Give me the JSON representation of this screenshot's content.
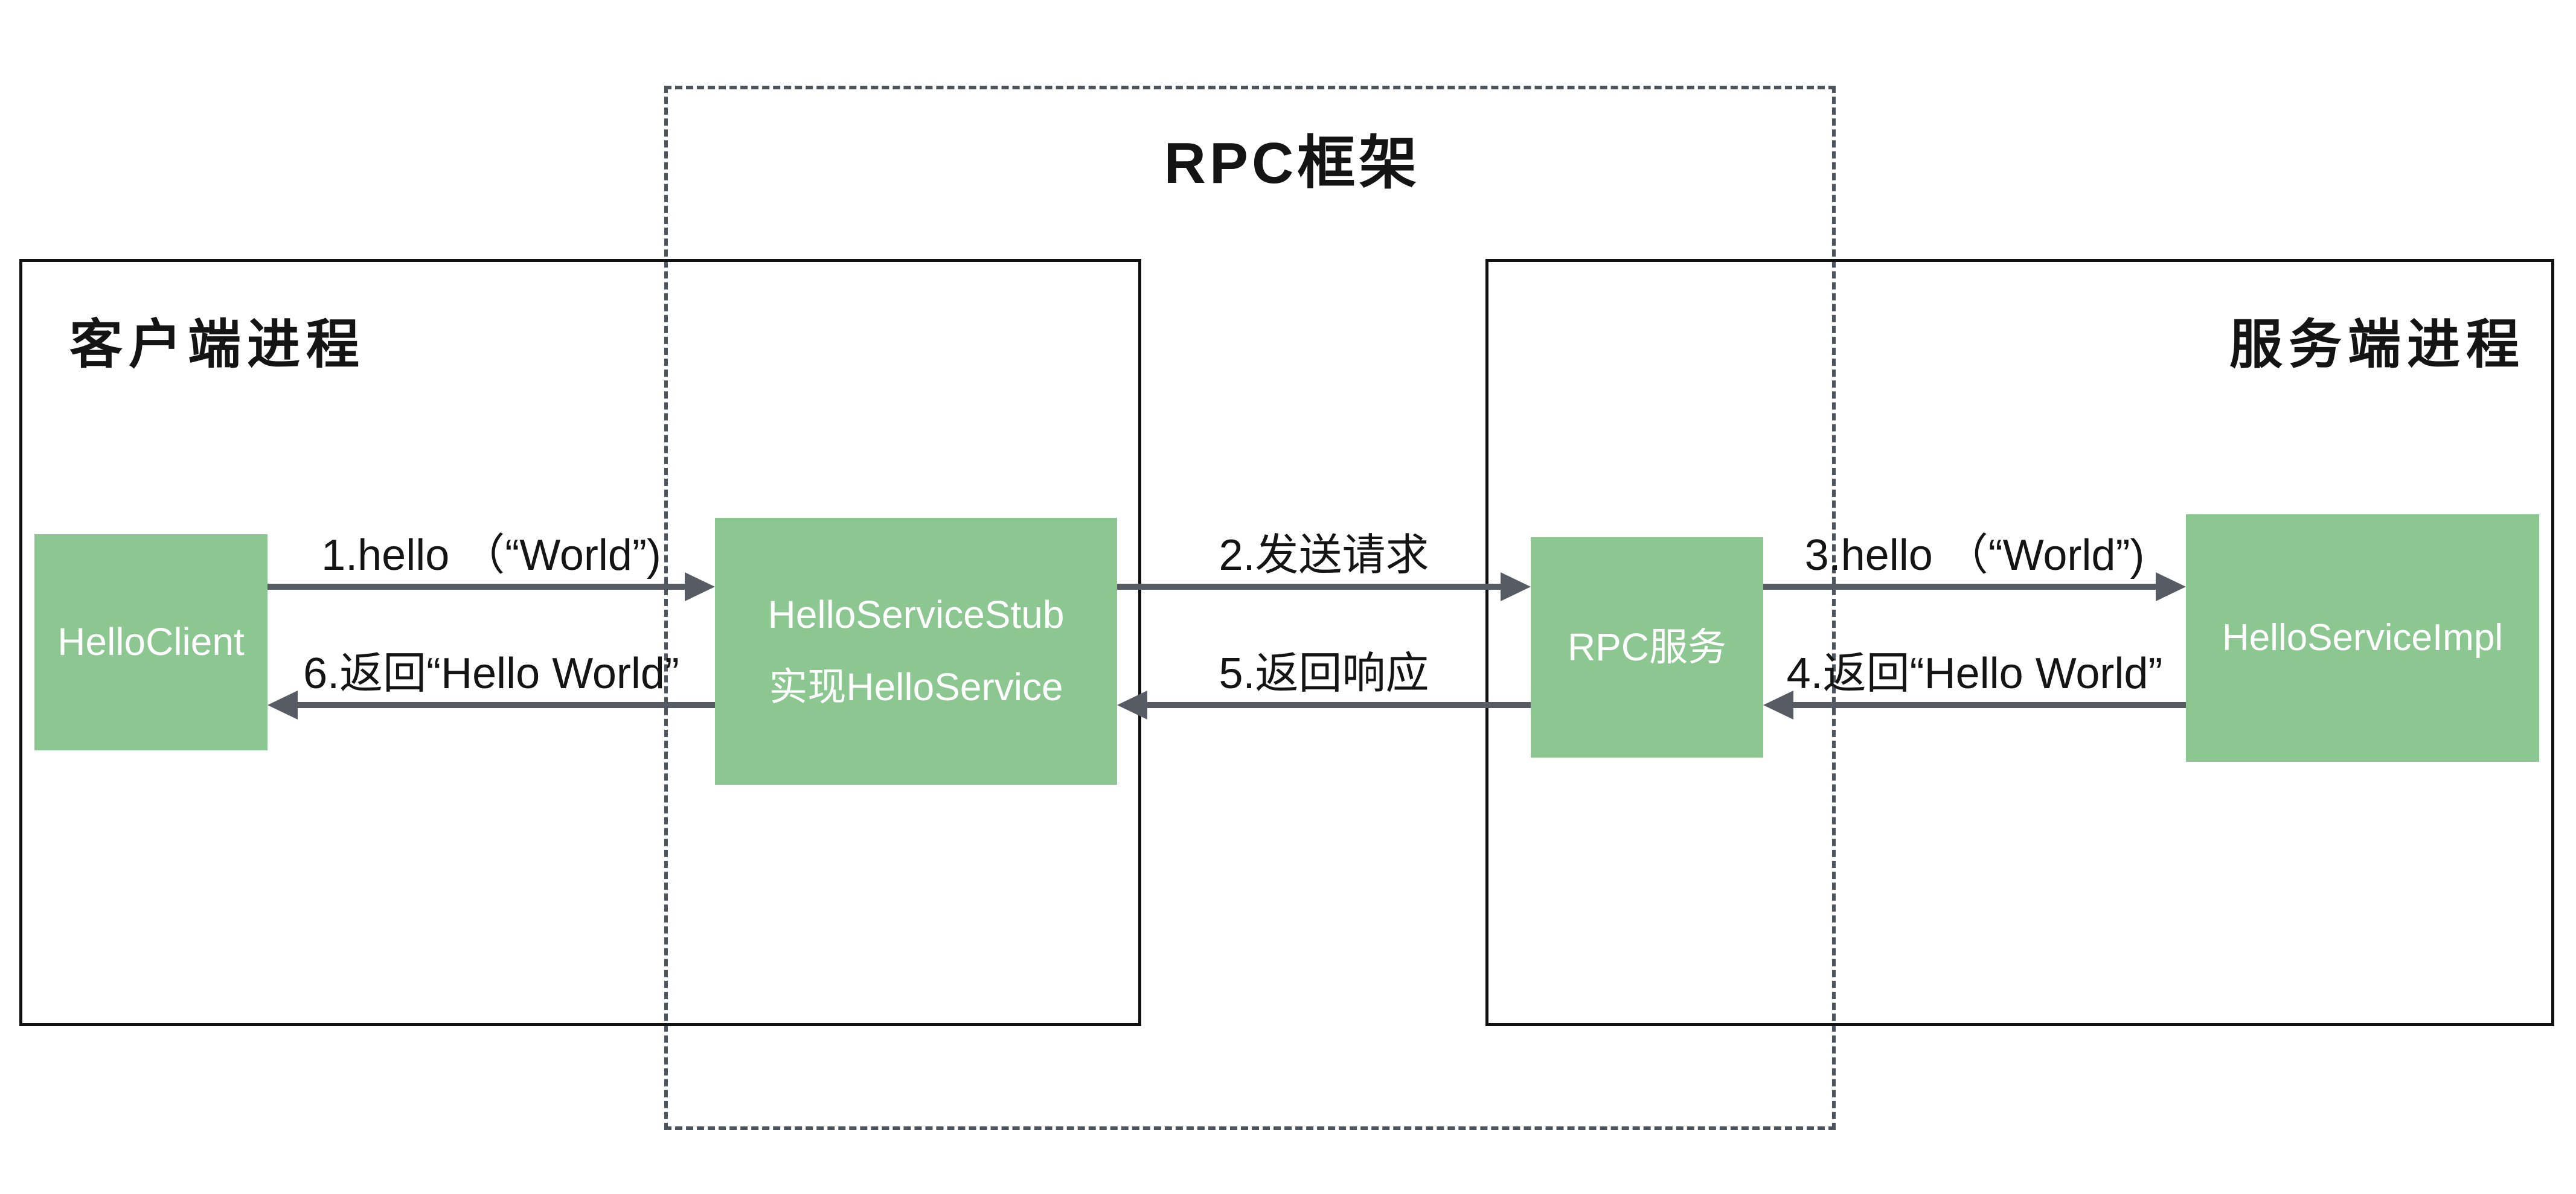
{
  "diagram": {
    "title": "RPC框架",
    "client_process": {
      "label": "客户端进程"
    },
    "server_process": {
      "label": "服务端进程"
    },
    "nodes": {
      "hello_client": {
        "label": "HelloClient"
      },
      "hello_service_stub": {
        "line1": "HelloServiceStub",
        "line2": "实现HelloService"
      },
      "rpc_service": {
        "label": "RPC服务"
      },
      "hello_service_impl": {
        "label": "HelloServiceImpl"
      }
    },
    "arrows": [
      {
        "step": "1",
        "label": "1.hello （“World”)",
        "direction": "right",
        "from": "HelloClient",
        "to": "HelloServiceStub"
      },
      {
        "step": "2",
        "label": "2.发送请求",
        "direction": "right",
        "from": "HelloServiceStub",
        "to": "RPC服务"
      },
      {
        "step": "3",
        "label": "3.hello （“World”)",
        "direction": "right",
        "from": "RPC服务",
        "to": "HelloServiceImpl"
      },
      {
        "step": "4",
        "label": "4.返回“Hello World”",
        "direction": "left",
        "from": "HelloServiceImpl",
        "to": "RPC服务"
      },
      {
        "step": "5",
        "label": "5.返回响应",
        "direction": "left",
        "from": "RPC服务",
        "to": "HelloServiceStub"
      },
      {
        "step": "6",
        "label": "6.返回“Hello World”",
        "direction": "left",
        "from": "HelloServiceStub",
        "to": "HelloClient"
      }
    ],
    "colors": {
      "node_fill": "#8cc791",
      "node_text": "#ffffff",
      "arrow": "#575c64",
      "dashed_border": "#4e545c",
      "solid_border": "#111111",
      "label_text": "#141414",
      "background": "#ffffff"
    }
  }
}
